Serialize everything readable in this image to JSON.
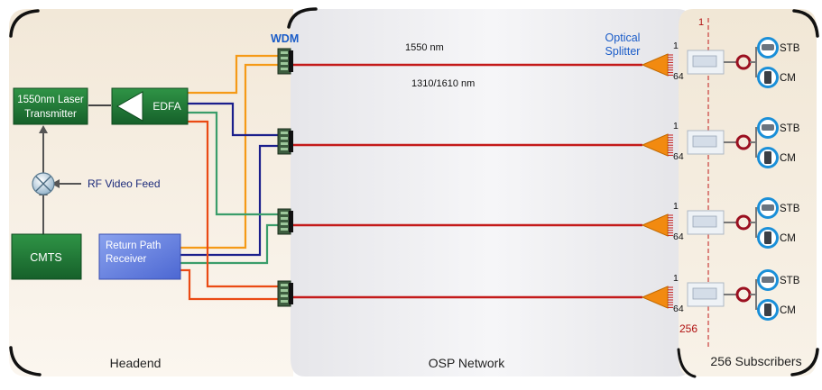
{
  "regions": {
    "headend": "Headend",
    "osp": "OSP Network",
    "subscribers": "256 Subscribers"
  },
  "headend": {
    "laser_line1": "1550nm Laser",
    "laser_line2": "Transmitter",
    "edfa": "EDFA",
    "cmts": "CMTS",
    "rf_feed": "RF Video Feed",
    "return_line1": "Return Path",
    "return_line2": "Receiver"
  },
  "wdm_label": "WDM",
  "splitter_line1": "Optical",
  "splitter_line2": "Splitter",
  "wavelength_down": "1550 nm",
  "wavelength_up": "1310/1610 nm",
  "port_first": "1",
  "port_last": "64",
  "subscriber_first": "1",
  "subscriber_last": "256",
  "stb_label": "STB",
  "cm_label": "CM",
  "colors": {
    "fiber": "#c41a1a",
    "splitter": "#f28a10",
    "orange": "#f59a17",
    "navy": "#1b1f8c",
    "green": "#3a9d6a",
    "redorange": "#ea4a14",
    "node_green": "#1f7a35",
    "ring": "#1a8fd8",
    "tap": "#9b1020"
  }
}
